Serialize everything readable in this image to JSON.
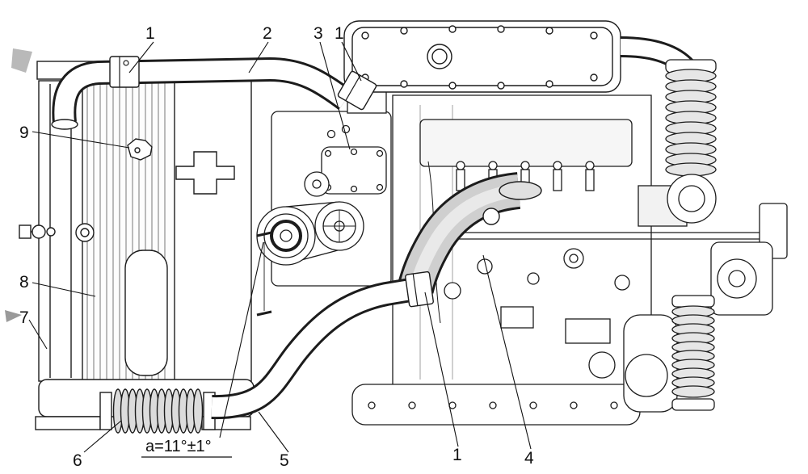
{
  "figure": {
    "angle_annotation": "a=11°±1°",
    "callouts": [
      {
        "label": "1"
      },
      {
        "label": "2"
      },
      {
        "label": "3"
      },
      {
        "label": "1"
      },
      {
        "label": "9"
      },
      {
        "label": "8"
      },
      {
        "label": "7"
      },
      {
        "label": "6"
      },
      {
        "label": "5"
      },
      {
        "label": "1"
      },
      {
        "label": "4"
      }
    ],
    "colors": {
      "line": "#1c1c1c",
      "background": "#ffffff"
    }
  }
}
